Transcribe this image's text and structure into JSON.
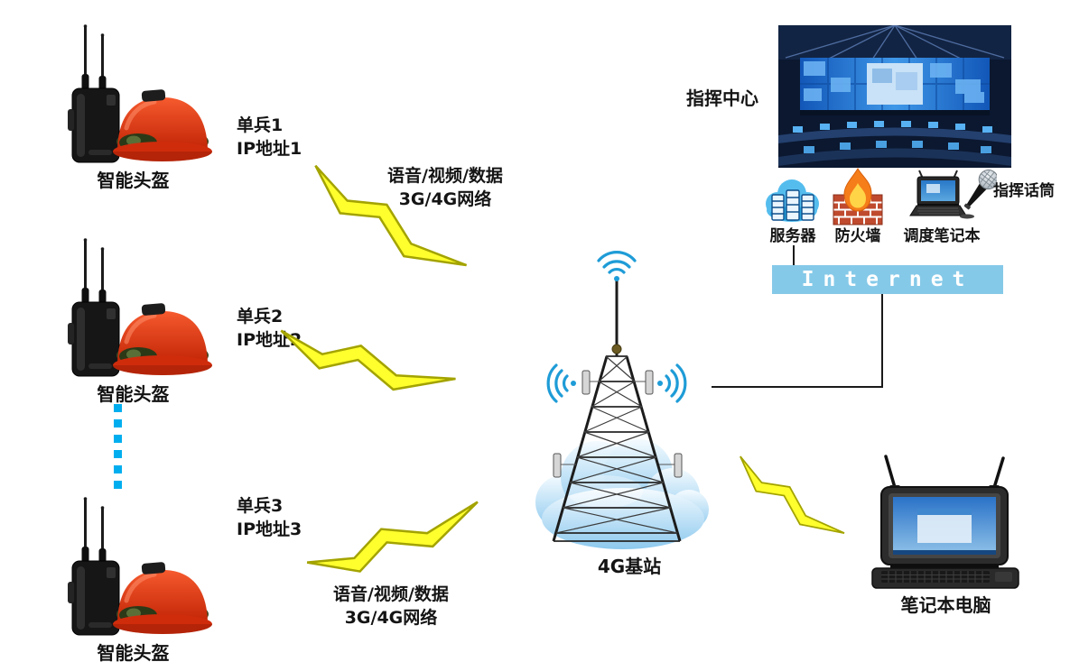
{
  "soldiers": [
    {
      "unit": "单兵1",
      "ip": "IP地址1",
      "device": "智能头盔"
    },
    {
      "unit": "单兵2",
      "ip": "IP地址2",
      "device": "智能头盔"
    },
    {
      "unit": "单兵3",
      "ip": "IP地址3",
      "device": "智能头盔"
    }
  ],
  "links": [
    {
      "line1": "语音/视频/数据",
      "line2": "3G/4G网络"
    },
    {
      "line1": "语音/视频/数据",
      "line2": "3G/4G网络"
    }
  ],
  "base_station": {
    "label": "4G基站"
  },
  "command_center": {
    "label": "指挥中心",
    "server_label": "服务器",
    "firewall_label": "防火墙",
    "dispatch_laptop_label": "调度笔记本",
    "microphone_label": "指挥话筒",
    "internet_label": "Internet"
  },
  "field_laptop": {
    "label": "笔记本电脑"
  },
  "colors": {
    "lightning_fill": "#ffff2e",
    "lightning_stroke": "#a3a300",
    "internet_bar": "#85c9e8",
    "wifi_blue": "#1e9cd7",
    "dashed_link": "#00aeef",
    "helmet_red": "#e03a12",
    "cloud_blue": "#9fd2f0"
  }
}
